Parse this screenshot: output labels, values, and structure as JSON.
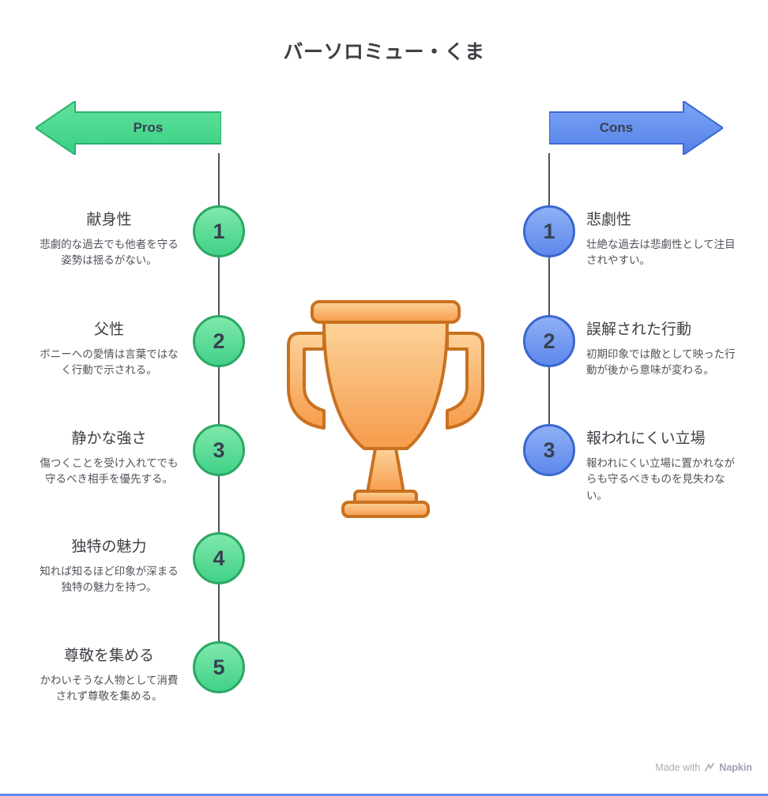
{
  "title": "バーソロミュー・くま",
  "pros": {
    "label": "Pros",
    "color": "#41d188",
    "items": [
      {
        "num": "1",
        "heading": "献身性",
        "body": "悲劇的な過去でも他者を守る姿勢は揺るがない。"
      },
      {
        "num": "2",
        "heading": "父性",
        "body": "ボニーへの愛情は言葉ではなく行動で示される。"
      },
      {
        "num": "3",
        "heading": "静かな強さ",
        "body": "傷つくことを受け入れてでも守るべき相手を優先する。"
      },
      {
        "num": "4",
        "heading": "独特の魅力",
        "body": "知れば知るほど印象が深まる独特の魅力を持つ。"
      },
      {
        "num": "5",
        "heading": "尊敬を集める",
        "body": "かわいそうな人物として消費されず尊敬を集める。"
      }
    ]
  },
  "cons": {
    "label": "Cons",
    "color": "#5d88ec",
    "items": [
      {
        "num": "1",
        "heading": "悲劇性",
        "body": "壮絶な過去は悲劇性として注目されやすい。"
      },
      {
        "num": "2",
        "heading": "誤解された行動",
        "body": "初期印象では敵として映った行動が後から意味が変わる。"
      },
      {
        "num": "3",
        "heading": "報われにくい立場",
        "body": "報われにくい立場に置かれながらも守るべきものを見失わない。"
      }
    ]
  },
  "center_icon": "trophy-icon",
  "watermark": {
    "made_with": "Made with",
    "brand": "Napkin"
  }
}
